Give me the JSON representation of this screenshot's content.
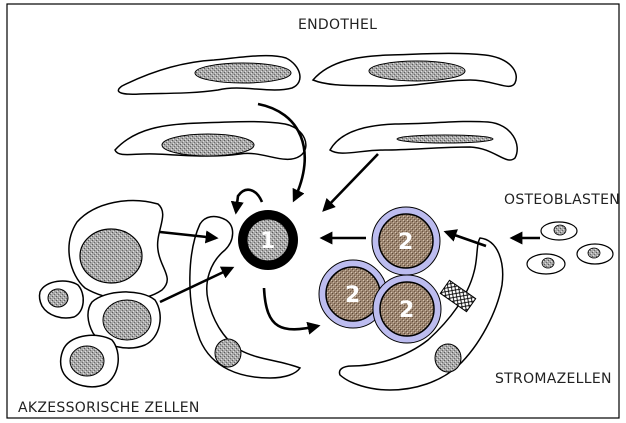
{
  "labels": {
    "endothel": "ENDOTHEL",
    "osteoblasten": "OSTEOBLASTEN",
    "stromazellen": "STROMAZELLEN",
    "akzessorische": "AKZESSORISCHE ZELLEN"
  },
  "cells": {
    "central_number": "1",
    "satellite_number": "2"
  },
  "colors": {
    "frame": "#000000",
    "stipple": "#9a9a9a",
    "halo": "#b9b9ea",
    "nucleus_brown": "#9b8571",
    "central_ring": "#000000"
  }
}
